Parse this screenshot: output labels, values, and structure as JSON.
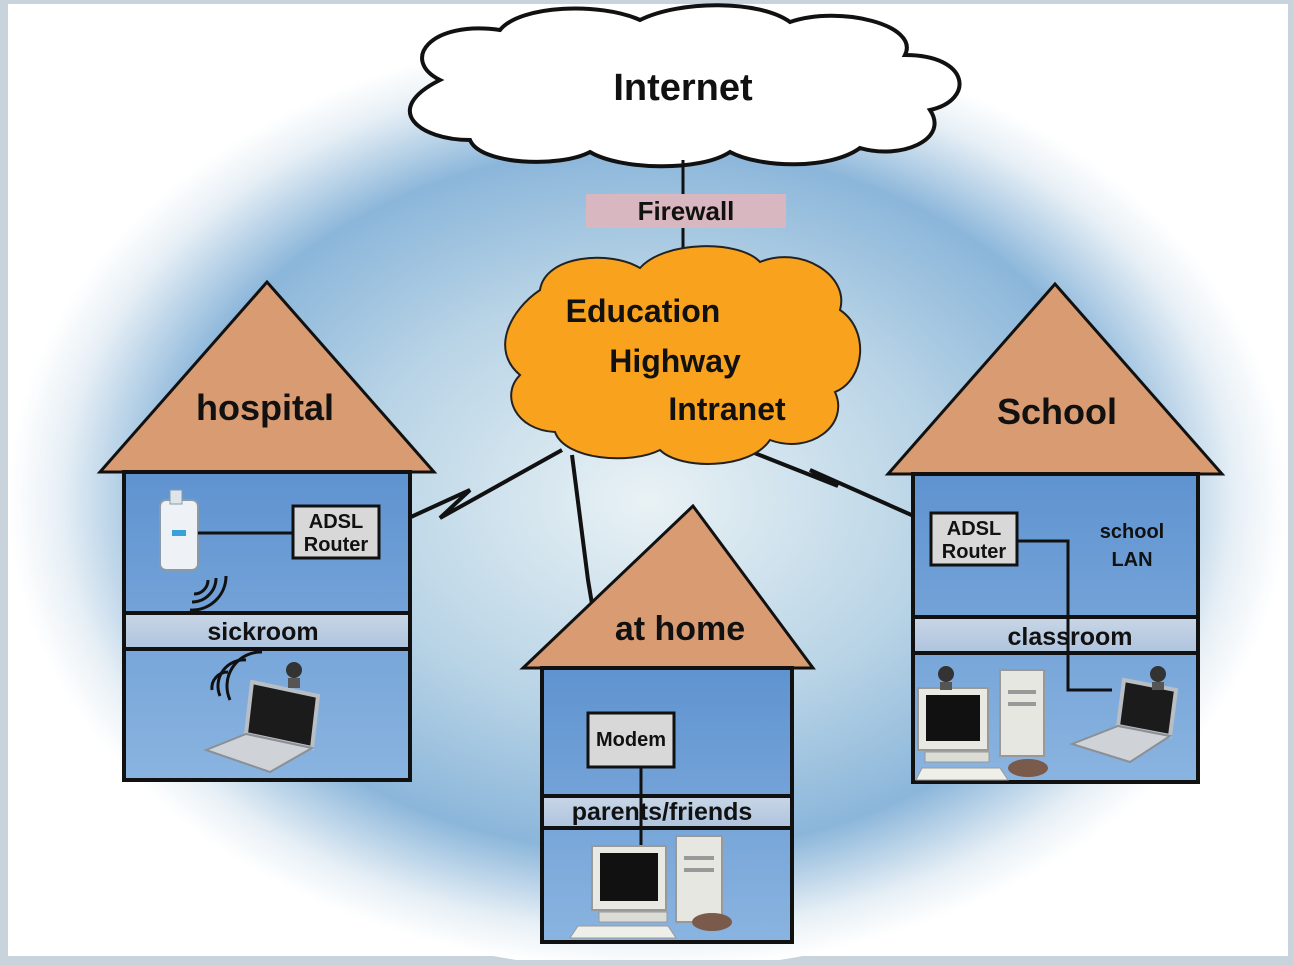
{
  "internet": "Internet",
  "firewall": "Firewall",
  "intranet": {
    "line1": "Education",
    "line2": "Highway",
    "line3": "Intranet"
  },
  "hospital": {
    "title": "hospital",
    "router_line1": "ADSL",
    "router_line2": "Router",
    "room": "sickroom"
  },
  "school": {
    "title": "School",
    "router_line1": "ADSL",
    "router_line2": "Router",
    "lan_line1": "school",
    "lan_line2": "LAN",
    "room": "classroom"
  },
  "home": {
    "title": "at home",
    "modem": "Modem",
    "room": "parents/friends"
  },
  "colors": {
    "roof": "#d99b72",
    "cloud_orange": "#f9a21e",
    "firewall_box": "#d9b7c0",
    "house_body": "#6f9fd6"
  }
}
